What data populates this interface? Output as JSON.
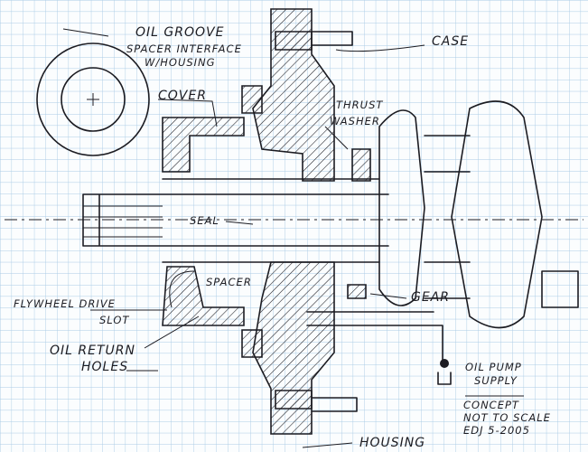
{
  "labels": {
    "oil_groove_1": "OIL GROOVE",
    "oil_groove_2": "SPACER INTERFACE",
    "oil_groove_3": "W/HOUSING",
    "cover": "COVER",
    "case": "CASE",
    "thrust_1": "THRUST",
    "thrust_2": "WASHER",
    "seal": "SEAL",
    "spacer": "SPACER",
    "flywheel_1": "FLYWHEEL DRIVE",
    "flywheel_2": "SLOT",
    "oil_return_1": "OIL RETURN",
    "oil_return_2": "HOLES",
    "gear": "GEAR",
    "pump_1": "OIL PUMP",
    "pump_2": "SUPPLY",
    "note_1": "CONCEPT",
    "note_2": "NOT TO SCALE",
    "note_3": "EDJ  5-2005",
    "housing": "HOUSING"
  },
  "colors": {
    "grid": "#a9cbe6",
    "ink": "#1c1c22",
    "paper": "#fbfdfe"
  }
}
